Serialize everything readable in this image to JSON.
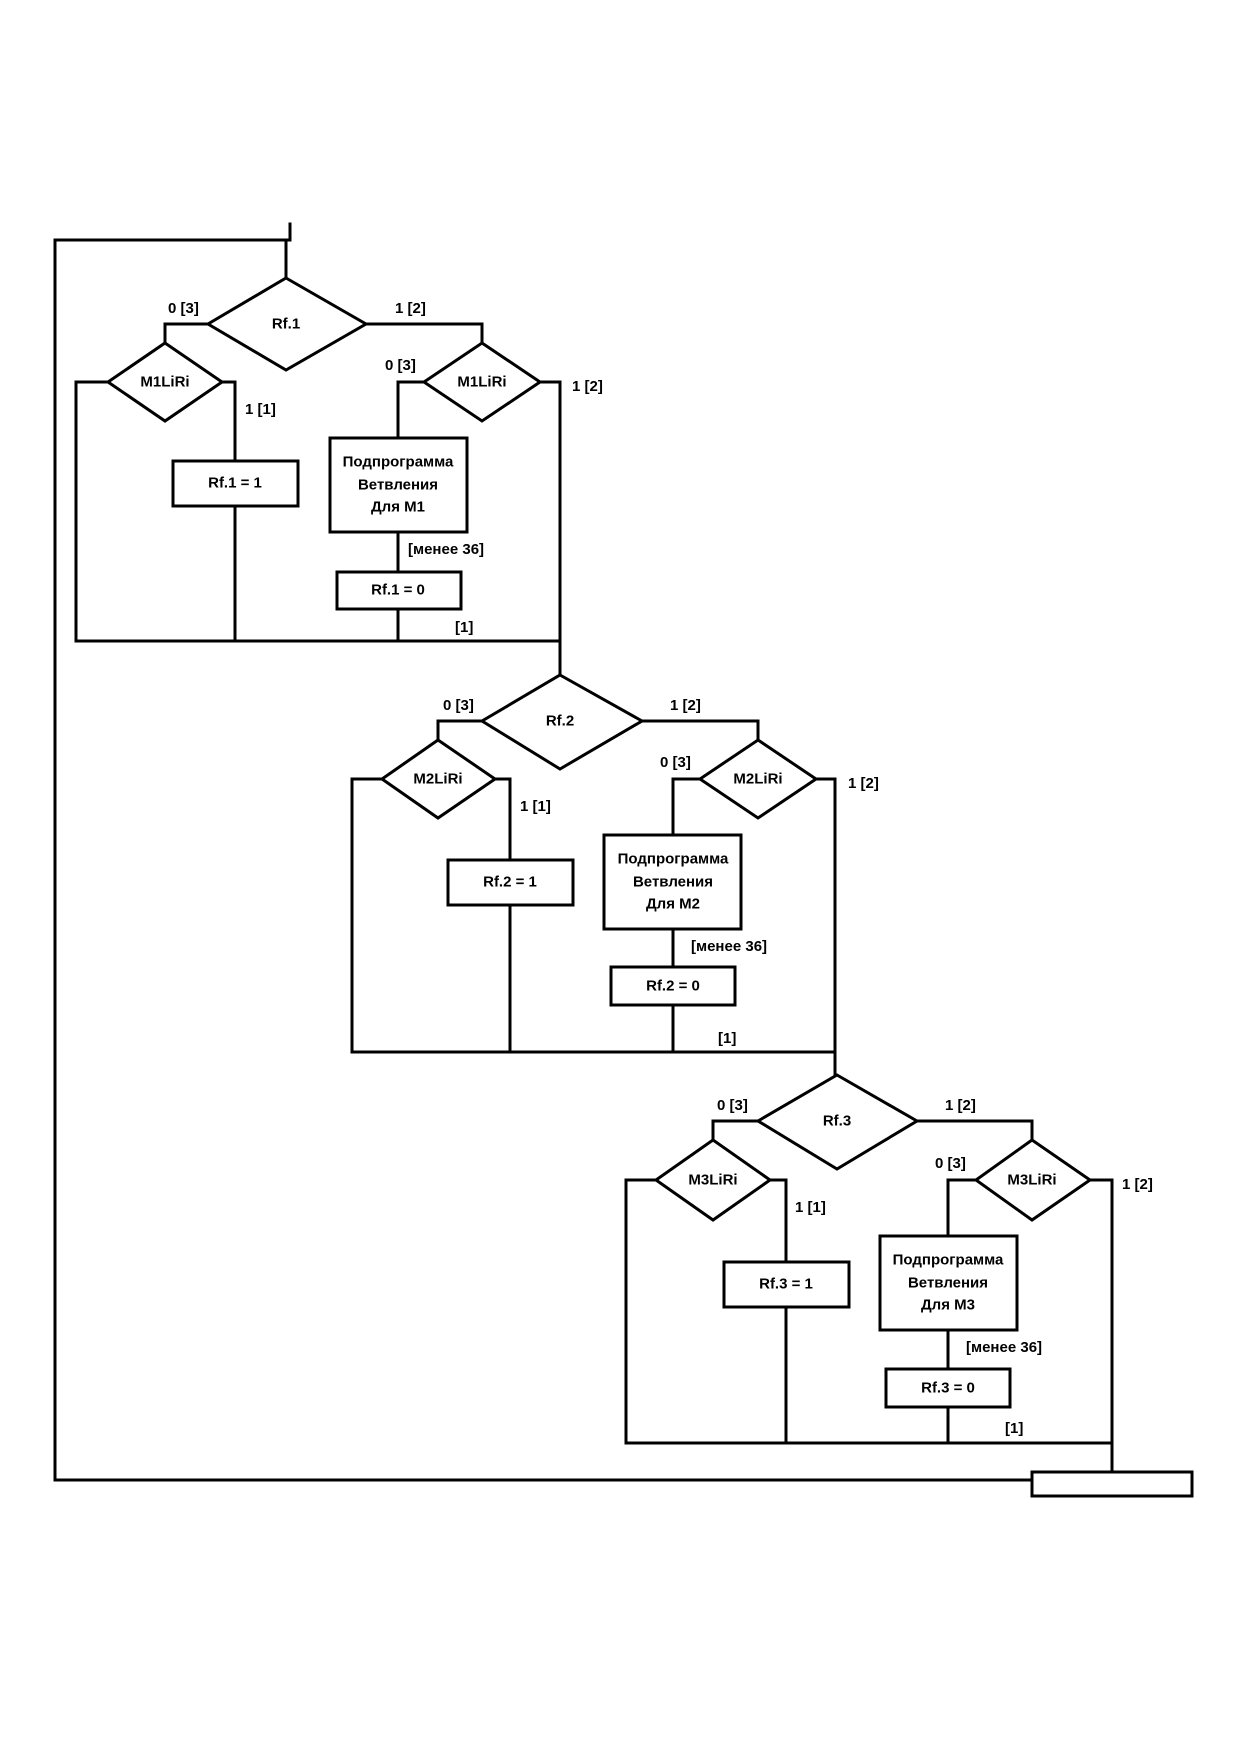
{
  "blocks": [
    {
      "decision": "Rf.1",
      "no_label": "0 [3]",
      "yes_label": "1 [2]",
      "left_check": "M1LiRi",
      "left_yes": "1 [1]",
      "set_one": "Rf.1 = 1",
      "right_check": "M1LiRi",
      "right_no": "0 [3]",
      "right_yes": "1 [2]",
      "subroutine": [
        "Подпрограмма",
        "Ветвления",
        "Для M1"
      ],
      "less_label": "[менее 36]",
      "set_zero": "Rf.1 = 0",
      "merge_label": "[1]"
    },
    {
      "decision": "Rf.2",
      "no_label": "0 [3]",
      "yes_label": "1 [2]",
      "left_check": "M2LiRi",
      "left_yes": "1 [1]",
      "set_one": "Rf.2 = 1",
      "right_check": "M2LiRi",
      "right_no": "0 [3]",
      "right_yes": "1 [2]",
      "subroutine": [
        "Подпрограмма",
        "Ветвления",
        "Для M2"
      ],
      "less_label": "[менее 36]",
      "set_zero": "Rf.2 = 0",
      "merge_label": "[1]"
    },
    {
      "decision": "Rf.3",
      "no_label": "0 [3]",
      "yes_label": "1 [2]",
      "left_check": "M3LiRi",
      "left_yes": "1 [1]",
      "set_one": "Rf.3 = 1",
      "right_check": "M3LiRi",
      "right_no": "0 [3]",
      "right_yes": "1 [2]",
      "subroutine": [
        "Подпрограмма",
        "Ветвления",
        "Для M3"
      ],
      "less_label": "[менее 36]",
      "set_zero": "Rf.3 = 0",
      "merge_label": "[1]"
    }
  ]
}
